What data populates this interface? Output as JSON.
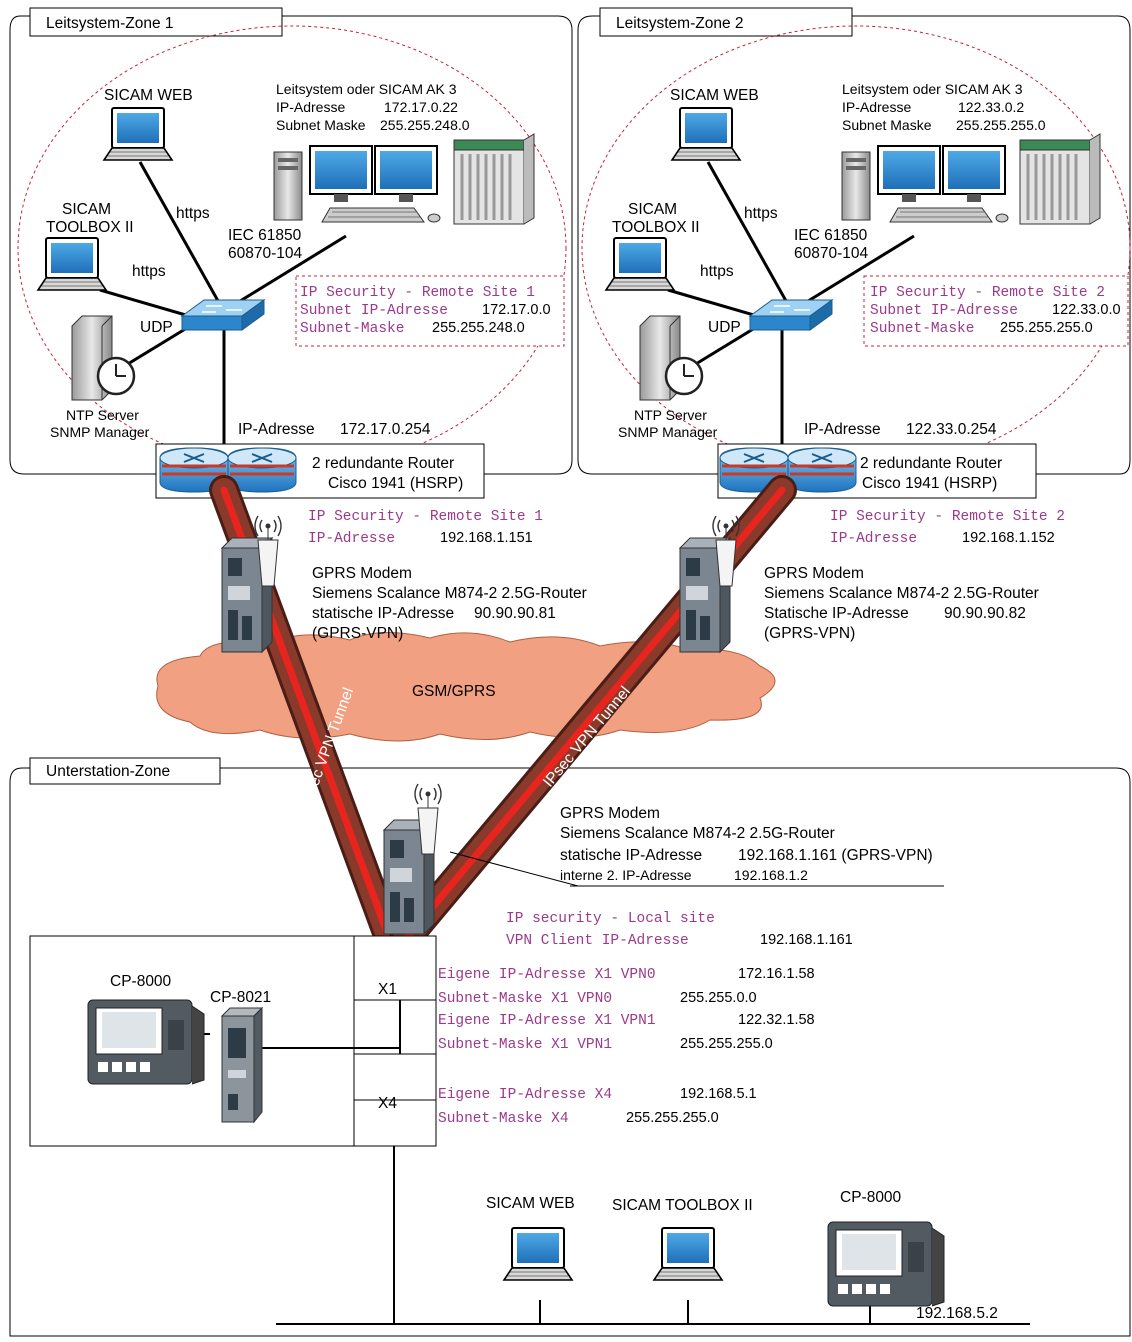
{
  "zones": {
    "zone1": "Leitsystem-Zone 1",
    "zone2": "Leitsystem-Zone 2",
    "substation": "Unterstation-Zone"
  },
  "zone1": {
    "sicam_web": "SICAM WEB",
    "toolbox_l1": "SICAM",
    "toolbox_l2": "TOOLBOX II",
    "https1": "https",
    "https2": "https",
    "udp": "UDP",
    "ntp_l1": "NTP Server",
    "ntp_l2": "SNMP Manager",
    "ls_title": "Leitsystem oder SICAM AK 3",
    "ls_ip_label": "IP-Adresse",
    "ls_ip_value": "172.17.0.22",
    "ls_mask_label": "Subnet Maske",
    "ls_mask_value": "255.255.248.0",
    "iec_l1": "IEC 61850",
    "iec_l2": "60870-104",
    "ipsec_title": "IP Security - Remote Site 1",
    "ipsec_subnet_label": "Subnet IP-Adresse",
    "ipsec_subnet_value": "172.17.0.0",
    "ipsec_mask_label": "Subnet-Maske",
    "ipsec_mask_value": "255.255.248.0",
    "router_ip_label": "IP-Adresse",
    "router_ip_value": "172.17.0.254",
    "router_l1": "2 redundante Router",
    "router_l2": "Cisco 1941 (HSRP)",
    "remote_title": "IP Security - Remote Site 1",
    "remote_ip_label": "IP-Adresse",
    "remote_ip_value": "192.168.1.151",
    "modem_l1": "GPRS Modem",
    "modem_l2": "Siemens Scalance M874-2 2.5G-Router",
    "modem_l3_label": "statische IP-Adresse",
    "modem_l3_value": "90.90.90.81",
    "modem_l4": "(GPRS-VPN)"
  },
  "zone2": {
    "sicam_web": "SICAM WEB",
    "toolbox_l1": "SICAM",
    "toolbox_l2": "TOOLBOX II",
    "https1": "https",
    "https2": "https",
    "udp": "UDP",
    "ntp_l1": "NTP Server",
    "ntp_l2": "SNMP Manager",
    "ls_title": "Leitsystem oder SICAM AK 3",
    "ls_ip_label": "IP-Adresse",
    "ls_ip_value": "122.33.0.2",
    "ls_mask_label": "Subnet Maske",
    "ls_mask_value": "255.255.255.0",
    "iec_l1": "IEC 61850",
    "iec_l2": "60870-104",
    "ipsec_title": "IP Security - Remote Site 2",
    "ipsec_subnet_label": "Subnet IP-Adresse",
    "ipsec_subnet_value": "122.33.0.0",
    "ipsec_mask_label": "Subnet-Maske",
    "ipsec_mask_value": "255.255.255.0",
    "router_ip_label": "IP-Adresse",
    "router_ip_value": "122.33.0.254",
    "router_l1": "2 redundante Router",
    "router_l2": "Cisco 1941 (HSRP)",
    "remote_title": "IP Security - Remote Site 2",
    "remote_ip_label": "IP-Adresse",
    "remote_ip_value": "192.168.1.152",
    "modem_l1": "GPRS Modem",
    "modem_l2": "Siemens Scalance M874-2 2.5G-Router",
    "modem_l3_label": "Statische IP-Adresse",
    "modem_l3_value": "90.90.90.82",
    "modem_l4": "(GPRS-VPN)"
  },
  "cloud": "GSM/GPRS",
  "tunnel_label": "IPsec VPN Tunnel",
  "substation": {
    "modem_l1": "GPRS Modem",
    "modem_l2": "Siemens Scalance M874-2 2.5G-Router",
    "modem_l3_label": "statische IP-Adresse",
    "modem_l3_value": "192.168.1.161 (GPRS-VPN)",
    "modem_l4_label": "interne 2. IP-Adresse",
    "modem_l4_value": "192.168.1.2",
    "local_title": "IP security - Local site",
    "vpn_client_label": "VPN Client IP-Adresse",
    "vpn_client_value": "192.168.1.161",
    "x1_vpn0_ip_label": "Eigene IP-Adresse X1 VPN0",
    "x1_vpn0_ip_value": "172.16.1.58",
    "x1_vpn0_mask_label": "Subnet-Maske X1 VPN0",
    "x1_vpn0_mask_value": "255.255.0.0",
    "x1_vpn1_ip_label": "Eigene IP-Adresse X1 VPN1",
    "x1_vpn1_ip_value": "122.32.1.58",
    "x1_vpn1_mask_label": "Subnet-Maske X1 VPN1",
    "x1_vpn1_mask_value": "255.255.255.0",
    "x4_ip_label": "Eigene IP-Adresse X4",
    "x4_ip_value": "192.168.5.1",
    "x4_mask_label": "Subnet-Maske X4",
    "x4_mask_value": "255.255.255.0",
    "port_x1": "X1",
    "port_x4": "X4",
    "cp8000": "CP-8000",
    "cp8021": "CP-8021",
    "bottom_sicam_web": "SICAM WEB",
    "bottom_toolbox": "SICAM TOOLBOX II",
    "bottom_cp8000": "CP-8000",
    "bottom_cp8000_ip": "192.168.5.2"
  },
  "colors": {
    "label_purple": "#9b3a8c",
    "dashed_red": "#c8203c",
    "tunnel_dark": "#5a2a22",
    "tunnel_core": "#e8241e",
    "cloud": "#f2a082",
    "switch_blue": "#4aa3df"
  },
  "icons": [
    "laptop-icon",
    "workstation-icon",
    "rack-icon",
    "switch-icon",
    "router-icon",
    "ntp-server-icon",
    "modem-icon",
    "antenna-icon",
    "cloud-icon",
    "controller-icon"
  ]
}
